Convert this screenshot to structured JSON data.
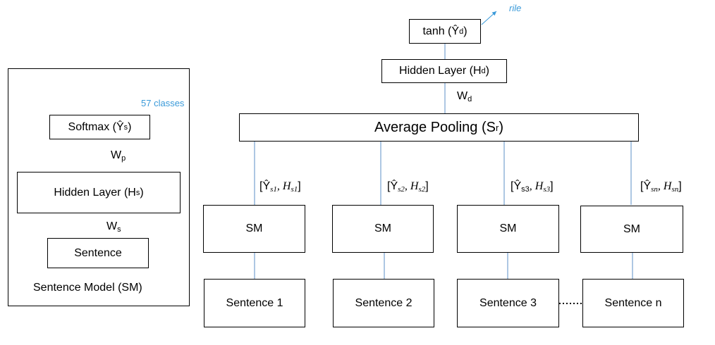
{
  "sm_panel": {
    "caption": "Sentence Model (SM)",
    "softmax_label": "Softmax (Ŷ",
    "softmax_sub": "s",
    "hidden_label": "Hidden Layer (H",
    "hidden_sub": "s",
    "sentence_label": "Sentence",
    "wp_label": "W",
    "wp_sub": "p",
    "ws_label": "W",
    "ws_sub": "s",
    "classes_label": "57 classes"
  },
  "doc_model": {
    "tanh_label": "tanh (Ŷ",
    "tanh_sub": "d",
    "rile_label": "rile",
    "hidden_label": "Hidden Layer (H",
    "hidden_sub": "d",
    "wd_label": "W",
    "wd_sub": "d",
    "pool_label": "Average Pooling (S",
    "pool_sub": "r",
    "columns": [
      {
        "vec_open": "[Ŷ",
        "vec_sub1": "s1",
        "vec_mid": ", H",
        "vec_sub2": "s1",
        "vec_close": "]",
        "sm": "SM",
        "sentence": "Sentence 1"
      },
      {
        "vec_open": "[Ŷ",
        "vec_sub1": "s2",
        "vec_mid": ", H",
        "vec_sub2": "s2",
        "vec_close": "]",
        "sm": "SM",
        "sentence": "Sentence 2"
      },
      {
        "vec_open": "[Ŷ",
        "vec_sub1": "s3",
        "vec_mid": ", H",
        "vec_sub2": "s3",
        "vec_close": "]",
        "sm": "SM",
        "sentence": "Sentence 3"
      },
      {
        "vec_open": "[Ŷ",
        "vec_sub1": "sn",
        "vec_mid": ", H",
        "vec_sub2": "sn",
        "vec_close": "]",
        "sm": "SM",
        "sentence": "Sentence n"
      }
    ]
  },
  "colors": {
    "connector": "#5b8fc7",
    "arrow": "#3a9ad9",
    "annotation": "#3a9ad9"
  }
}
